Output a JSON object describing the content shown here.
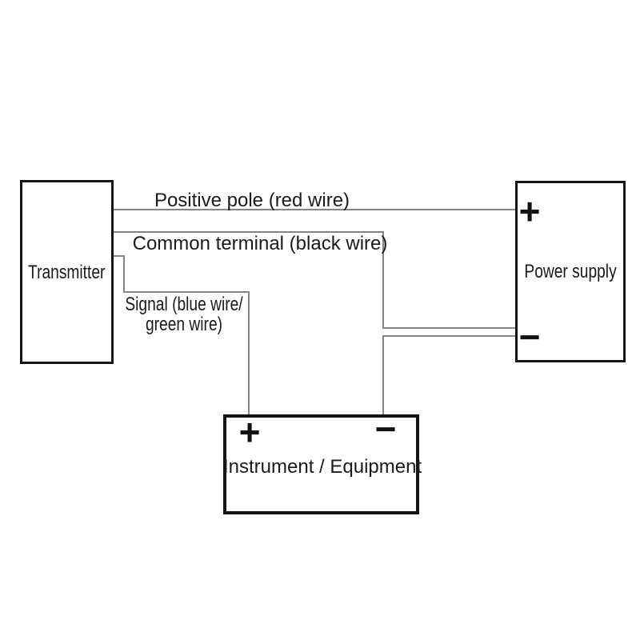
{
  "boxes": {
    "transmitter": {
      "label": "Transmitter"
    },
    "power_supply": {
      "label": "Power supply"
    },
    "instrument": {
      "label": "Instrument / Equipment"
    }
  },
  "terminals": {
    "plus": "+",
    "minus": "−"
  },
  "wires": {
    "positive": {
      "label": "Positive pole (red wire)"
    },
    "common": {
      "label": "Common terminal (black wire)"
    },
    "signal": {
      "label_line1": "Signal (blue wire/",
      "label_line2": "green wire)"
    }
  },
  "colors": {
    "background": "#ffffff",
    "wire": "#858585",
    "box_border": "#141414",
    "text": "#1a1a1a"
  }
}
